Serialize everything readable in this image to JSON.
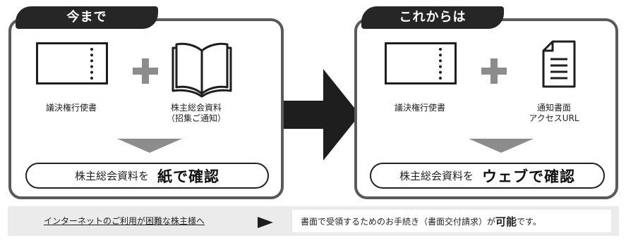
{
  "before": {
    "tab_label": "今まで",
    "ticket_label": "議決権行使書",
    "materials_label_line1": "株主総会資料",
    "materials_label_line2": "（招集ご通知）",
    "result_prefix": "株主総会資料を",
    "result_highlight": "紙で確認"
  },
  "after": {
    "tab_label": "これからは",
    "ticket_label": "議決権行使書",
    "notice_label_line1": "通知書面",
    "notice_label_line2": "アクセスURL",
    "result_prefix": "株主総会資料を",
    "result_highlight": "ウェブで確認"
  },
  "bottom": {
    "link_label": "インターネットのご利用が困難な株主様へ",
    "note_prefix": "書面で受領するためのお手続き（書面交付請求）が",
    "note_emphasis": "可能",
    "note_suffix": "です。"
  },
  "icons": [
    "ticket-icon",
    "plus-icon",
    "open-book-icon",
    "document-icon",
    "arrow-right-icon",
    "arrow-down-icon",
    "triangle-right-icon"
  ],
  "colors": {
    "tab_bg": "#262626",
    "panel_border": "#5a5a5a",
    "accent_gray": "#8c8c8c",
    "bar_bg": "#ebebeb"
  }
}
